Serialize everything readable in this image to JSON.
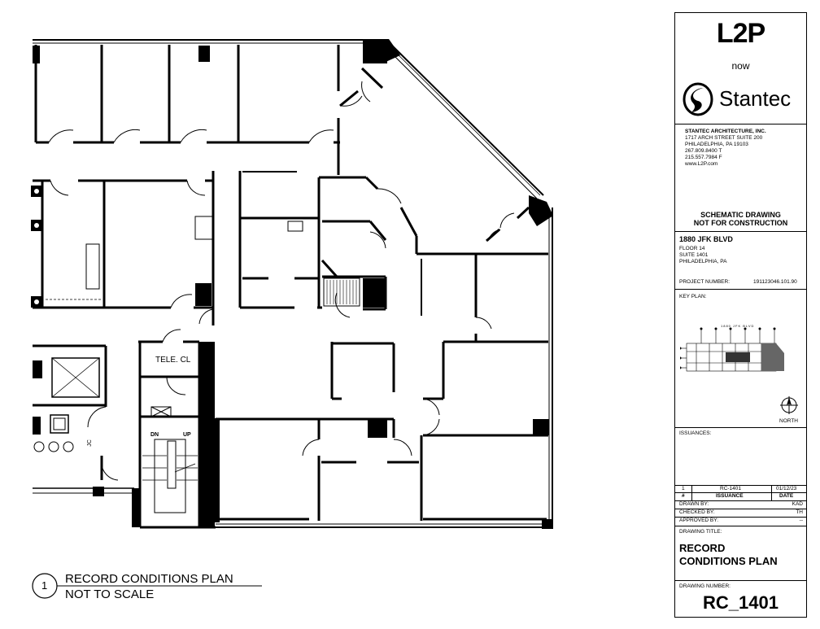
{
  "plan": {
    "rooms": {
      "tele_closet": "TELE. CL",
      "stair_down": "DN",
      "stair_up": "UP",
      "jc": "JC"
    },
    "title_number": "1",
    "title_line1": "RECORD CONDITIONS PLAN",
    "title_line2": "NOT TO SCALE"
  },
  "title_block": {
    "logo_l2p": "L2P",
    "logo_now": "now",
    "logo_stantec": "Stantec",
    "firm": {
      "name": "STANTEC ARCHITECTURE, INC.",
      "address1": "1717 ARCH STREET SUITE 200",
      "address2": "PHILADELPHIA, PA 19103",
      "phone": "267.809.8400 T",
      "fax": "215.557.7984 F",
      "web": "www.L2P.com"
    },
    "notice1": "SCHEMATIC DRAWING",
    "notice2": "NOT FOR CONSTRUCTION",
    "project": {
      "address": "1880 JFK BLVD",
      "floor": "FLOOR 14",
      "suite": "SUITE 1401",
      "city": "PHILADELPHIA, PA"
    },
    "project_number_label": "PROJECT NUMBER:",
    "project_number": "191123046.101.90",
    "key_plan_label": "KEY PLAN:",
    "key_plan_street": "1880 JFK BLVD",
    "north_label": "NORTH",
    "issuances_label": "ISSUANCES:",
    "issuance": {
      "number": "1",
      "name": "RC-1401",
      "date": "01/12/23"
    },
    "issuance_headers": {
      "number": "#",
      "name": "ISSUANCE",
      "date": "DATE"
    },
    "drawn_by_label": "DRAWN BY:",
    "drawn_by": "KAD",
    "checked_by_label": "CHECKED BY:",
    "checked_by": "TH",
    "approved_by_label": "APPROVED BY:",
    "approved_by": "--",
    "drawing_title_label": "DRAWING TITLE:",
    "drawing_title1": "RECORD",
    "drawing_title2": "CONDITIONS PLAN",
    "drawing_number_label": "DRAWING NUMBER:",
    "drawing_number": "RC_1401"
  }
}
